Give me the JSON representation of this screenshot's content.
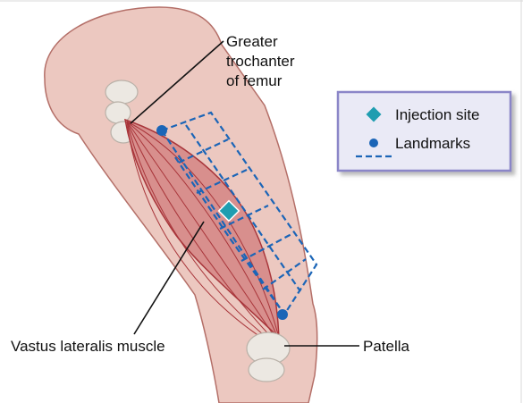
{
  "labels": {
    "greater_trochanter": [
      "Greater",
      "trochanter",
      "of femur"
    ],
    "vastus_lateralis": "Vastus lateralis muscle",
    "patella": "Patella"
  },
  "legend": {
    "items": [
      {
        "label": "Injection site",
        "icon": "diamond-icon"
      },
      {
        "label": "Landmarks",
        "icon": "dot-dashed-line-icon"
      }
    ]
  },
  "colors": {
    "skin": "#ecc8c0",
    "skin_outline": "#b46f68",
    "bone": "#ece8e2",
    "muscle": "#d88f8d",
    "muscle_line": "#a8353a",
    "grid": "#1b65b7",
    "injection": "#1f9db0",
    "legend_bg": "#eaeaf6",
    "legend_border": "#8b86c8"
  }
}
